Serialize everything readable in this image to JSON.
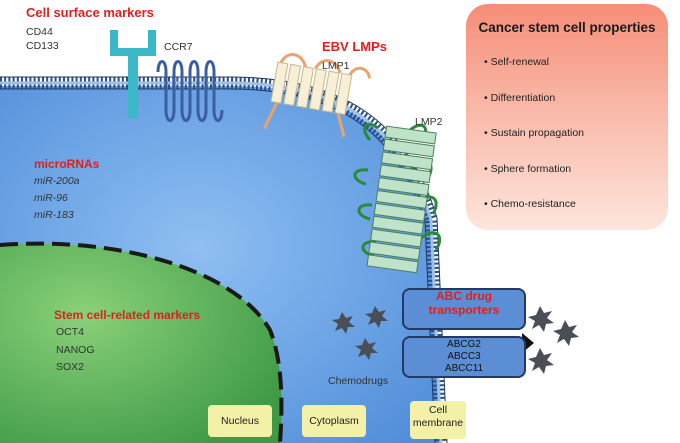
{
  "cell_surface": {
    "title": "Cell surface markers",
    "markers": [
      "CD44",
      "CD133"
    ],
    "receptor": "CCR7"
  },
  "ebv": {
    "title": "EBV LMPs",
    "lmp1": "LMP1",
    "lmp2": "LMP2"
  },
  "micrornas": {
    "title": "microRNAs",
    "items": [
      "miR-200a",
      "miR-96",
      "miR-183"
    ]
  },
  "stem_markers": {
    "title": "Stem cell-related markers",
    "items": [
      "OCT4",
      "NANOG",
      "SOX2"
    ]
  },
  "properties": {
    "title": "Cancer stem cell properties",
    "items": [
      "Self-renewal",
      "Differentiation",
      "Sustain propagation",
      "Sphere formation",
      "Chemo-resistance"
    ]
  },
  "abc": {
    "title_line1": "ABC drug",
    "title_line2": "transporters",
    "items": [
      "ABCG2",
      "ABCC3",
      "ABCC11"
    ]
  },
  "chemodrugs": "Chemodrugs",
  "regions": {
    "nucleus": "Nucleus",
    "cytoplasm": "Cytoplasm",
    "membrane_line1": "Cell",
    "membrane_line2": "membrane"
  },
  "colors": {
    "title_red": "#e0201c",
    "cytoplasm": "#6fa3e6",
    "nucleus": "#5cb55a",
    "box": "#f3f0a8",
    "pink_box": "#f79c85"
  }
}
